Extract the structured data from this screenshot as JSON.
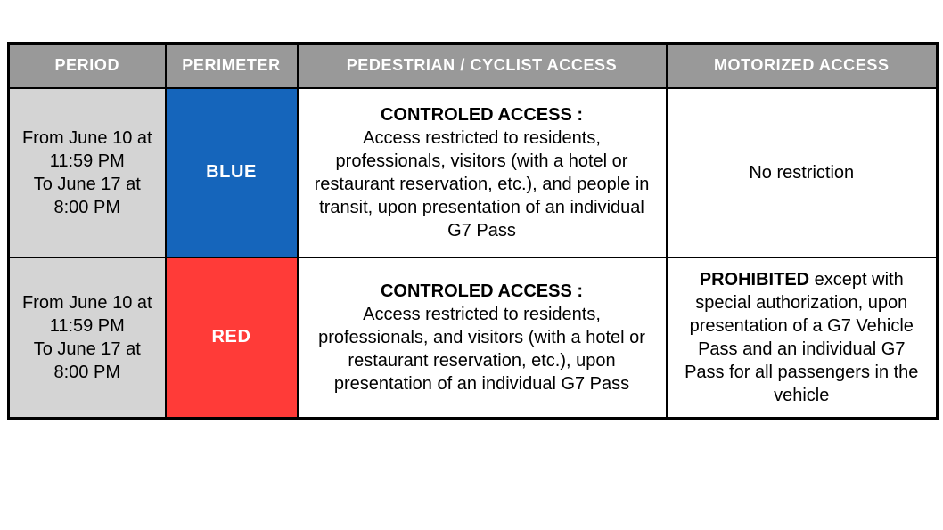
{
  "table": {
    "columns": [
      "PERIOD",
      "PERIMETER",
      "PEDESTRIAN / CYCLIST ACCESS",
      "MOTORIZED ACCESS"
    ],
    "header_bg": "#999999",
    "header_text_color": "#ffffff",
    "border_color": "#000000",
    "rows": [
      {
        "period": "From June 10 at\n11:59 PM\nTo June 17 at\n8:00 PM",
        "period_bg": "#d4d4d4",
        "perimeter": {
          "label": "BLUE",
          "color": "#1565bb",
          "text_color": "#ffffff"
        },
        "pedestrian": {
          "heading": "CONTROLED ACCESS :",
          "body": "Access restricted to residents, professionals, visitors (with a hotel or restaurant reservation, etc.), and people in transit, upon presentation of an individual G7 Pass"
        },
        "motorized": {
          "bold_prefix": "",
          "body": "No restriction"
        }
      },
      {
        "period": "From June 10 at\n11:59 PM\nTo June 17 at\n8:00 PM",
        "period_bg": "#d4d4d4",
        "perimeter": {
          "label": "RED",
          "color": "#ff3b38",
          "text_color": "#ffffff"
        },
        "pedestrian": {
          "heading": "CONTROLED ACCESS :",
          "body": "Access restricted to residents, professionals, and visitors (with a hotel or restaurant reservation, etc.), upon presentation of an individual G7 Pass"
        },
        "motorized": {
          "bold_prefix": "PROHIBITED",
          "body": " except with special authorization, upon presentation of a G7 Vehicle Pass and an individual G7 Pass for all passengers in the vehicle"
        }
      }
    ]
  }
}
